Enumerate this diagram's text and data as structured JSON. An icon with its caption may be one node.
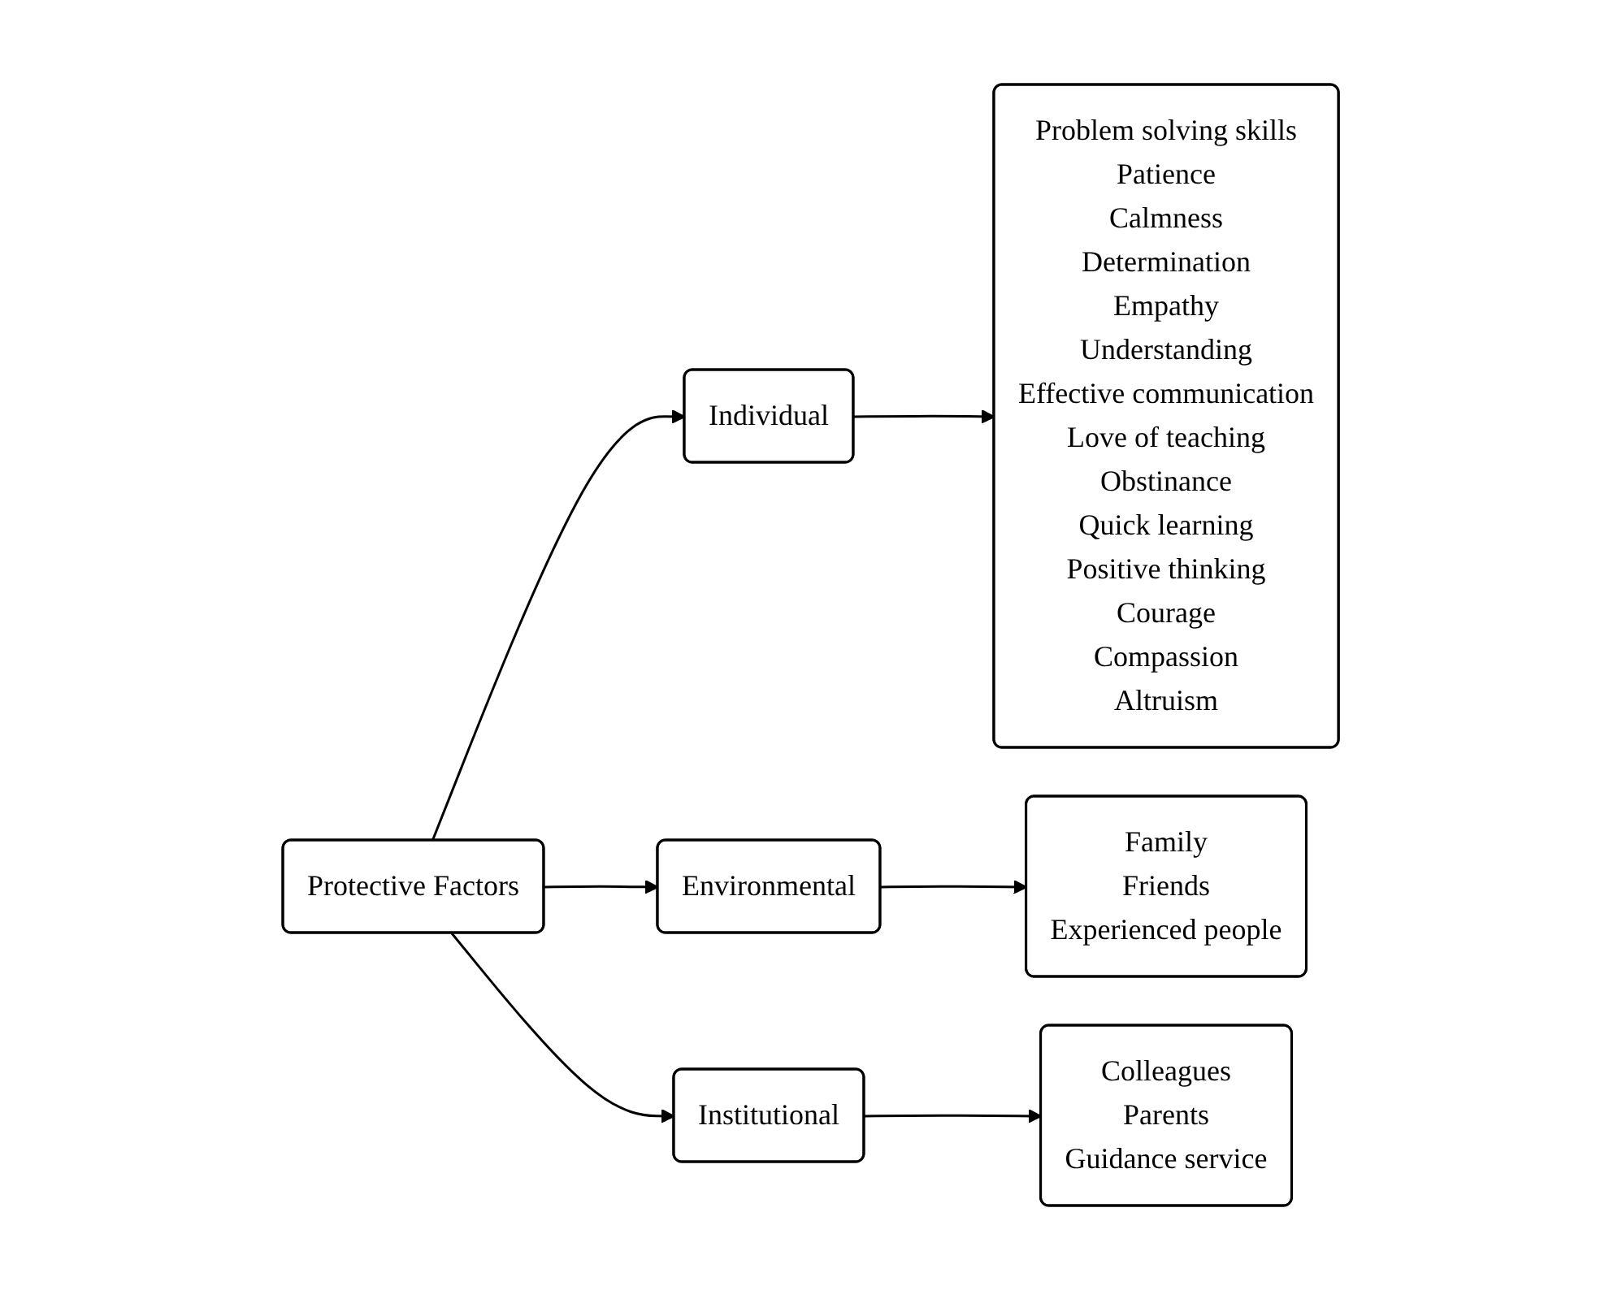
{
  "diagram": {
    "nodes": [
      {
        "text": [
          "Protective Factors"
        ]
      },
      {
        "text": [
          "Individual"
        ]
      },
      {
        "text": [
          "Environmental"
        ]
      },
      {
        "text": [
          "Institutional"
        ]
      },
      {
        "text": [
          "Problem solving skills",
          "Patience",
          "Calmness",
          "Determination",
          "Empathy",
          "Understanding",
          "Effective communication",
          "Love of teaching",
          "Obstinance",
          "Quick learning",
          "Positive thinking",
          "Courage",
          "Compassion",
          "Altruism"
        ]
      },
      {
        "text": [
          "Family",
          "Friends",
          "Experienced people"
        ]
      },
      {
        "text": [
          "Colleagues",
          "Parents",
          "Guidance service"
        ]
      }
    ],
    "edges": [
      {
        "from": 0,
        "to": 1,
        "arrow": "to"
      },
      {
        "from": 0,
        "to": 2,
        "arrow": "to"
      },
      {
        "from": 0,
        "to": 3,
        "arrow": "to"
      },
      {
        "from": 1,
        "to": 4,
        "arrow": "to"
      },
      {
        "from": 2,
        "to": 5,
        "arrow": "to"
      },
      {
        "from": 3,
        "to": 6,
        "arrow": "to"
      }
    ]
  }
}
